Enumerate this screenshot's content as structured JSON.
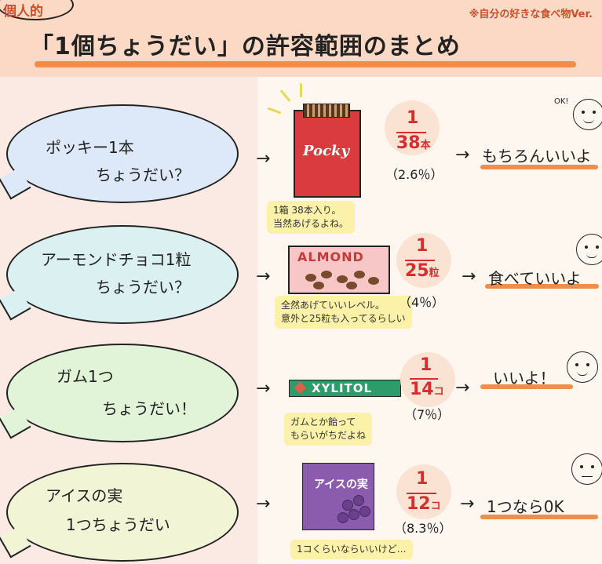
{
  "header": {
    "badge": "個人的",
    "note": "※自分の好きな食べ物Ver.",
    "title": "「1個ちょうだい」の許容範囲のまとめ"
  },
  "rows": [
    {
      "request_line1": "ポッキー1本",
      "request_line2": "ちょうだい？",
      "product_label": "Pocky",
      "note_line1": "1箱 38本入り。",
      "note_line2": "当然あげるよね。",
      "numerator": "1",
      "denominator": "38",
      "unit": "本",
      "percent": "（2.6％）",
      "answer": "もちろんいいよ",
      "face_tag": "OK!"
    },
    {
      "request_line1": "アーモンドチョコ1粒",
      "request_line2": "ちょうだい？",
      "product_label": "ALMOND",
      "note_line1": "全然あげていいレベル。",
      "note_line2": "意外と25粒も入ってるらしい",
      "numerator": "1",
      "denominator": "25",
      "unit": "粒",
      "percent": "（4％）",
      "answer": "食べていいよ",
      "face_tag": ""
    },
    {
      "request_line1": "ガム1つ",
      "request_line2": "ちょうだい！",
      "product_label": "XYLITOL",
      "note_line1": "ガムとか飴って",
      "note_line2": "もらいがちだよね",
      "numerator": "1",
      "denominator": "14",
      "unit": "コ",
      "percent": "（7％）",
      "answer": "いいよ！",
      "face_tag": ""
    },
    {
      "request_line1": "アイスの実",
      "request_line2": "1つちょうだい",
      "product_label": "アイスの実",
      "note_line1": "1コくらいならいいけど…",
      "note_line2": "",
      "numerator": "1",
      "denominator": "12",
      "unit": "コ",
      "percent": "（8.3％）",
      "answer": "1つなら0K",
      "face_tag": ""
    }
  ],
  "arrow_glyph": "→",
  "colors": {
    "header_bg": "#fbd9c4",
    "accent_orange": "#ef8d4c",
    "fraction_red": "#d42e2e",
    "note_yellow": "#fbf1a8"
  }
}
